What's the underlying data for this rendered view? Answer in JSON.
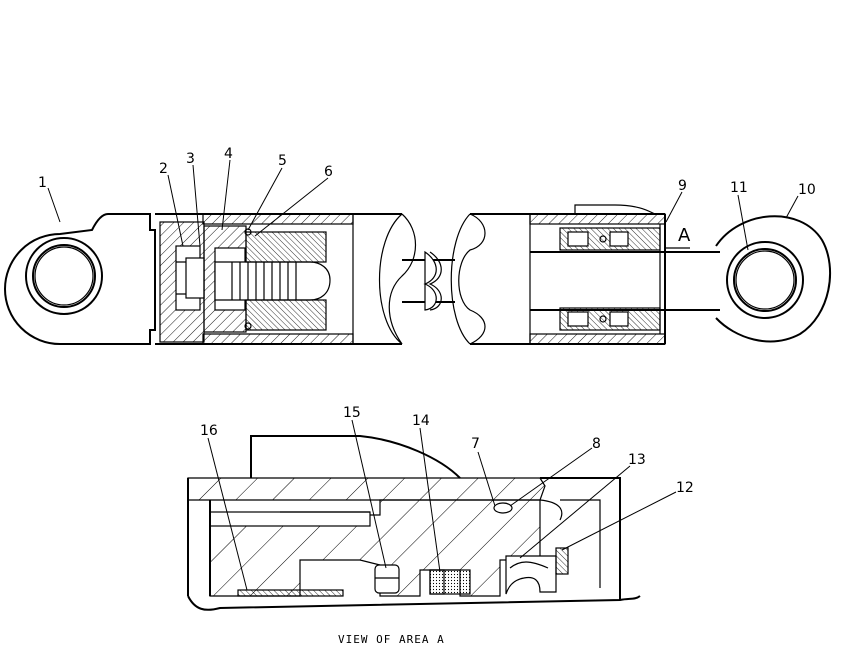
{
  "callouts": {
    "c1": "1",
    "c2": "2",
    "c3": "3",
    "c4": "4",
    "c5": "5",
    "c6": "6",
    "c7": "7",
    "c8": "8",
    "c9": "9",
    "c10": "10",
    "c11": "11",
    "c12": "12",
    "c13": "13",
    "c14": "14",
    "c15": "15",
    "c16": "16"
  },
  "area_marker": "A",
  "detail_caption": "VIEW OF AREA A"
}
